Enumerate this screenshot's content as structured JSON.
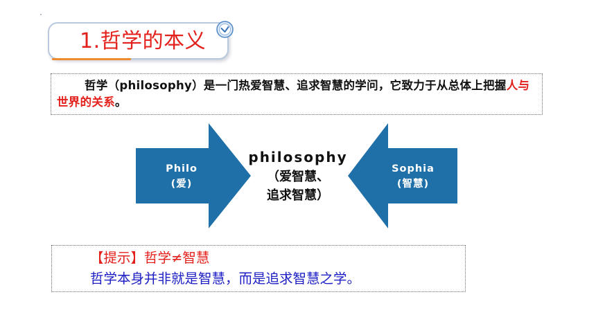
{
  "title": {
    "text": "1.哲学的本义"
  },
  "definition": {
    "text_before": "哲学（philosophy）是一门热爱智慧、追求智慧的学问，它致力于从总体上把握",
    "highlight": "人与世界的关系",
    "text_after": "。"
  },
  "diagram": {
    "left_arrow": {
      "line1": "Philo",
      "line2": "(爱)"
    },
    "center": {
      "line1": "philosophy",
      "line2": "（爱智慧、",
      "line3": "追求智慧）"
    },
    "right_arrow": {
      "line1": "Sophia",
      "line2": "(智慧)"
    },
    "arrow_color": "#1f70a8"
  },
  "tip": {
    "label": "【提示】",
    "line1_rest": "哲学≠智慧",
    "line2": "哲学本身并非就是智慧，而是追求智慧之学。"
  },
  "colors": {
    "red": "#e3201b",
    "blue": "#1d1fc4",
    "orange": "#ef8a2e"
  }
}
